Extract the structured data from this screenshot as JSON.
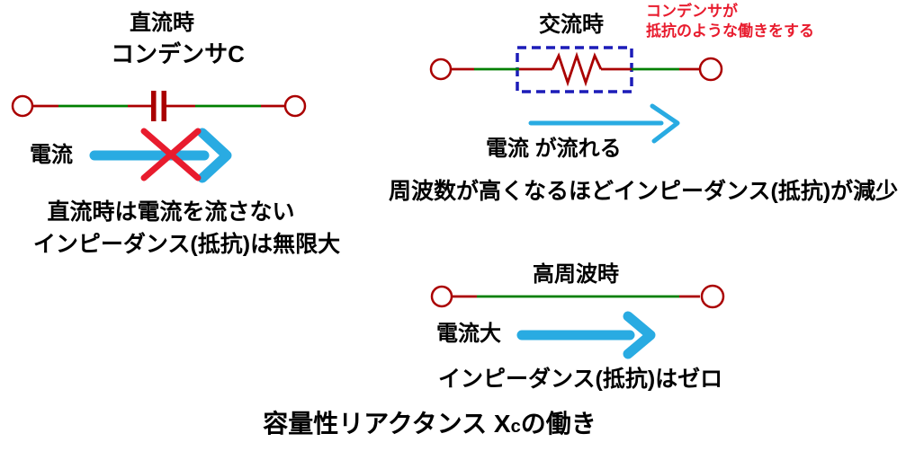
{
  "colors": {
    "wire_red": "#aa0000",
    "wire_green": "#007f00",
    "arrow_blue": "#29abe2",
    "alert_red": "#e81c2e",
    "box_blue": "#1c1cb8",
    "ink": "#000000"
  },
  "dc": {
    "title": "直流時",
    "subtitle": "コンデンサC",
    "current_label": "電流",
    "note1": "直流時は電流を流さない",
    "note2": "インピーダンス(抵抗)は無限大"
  },
  "ac": {
    "title": "交流時",
    "annotation1": "コンデンサが",
    "annotation2": "抵抗のような働きをする",
    "current_label": "電流 が流れる",
    "note": "周波数が高くなるほどインピーダンス(抵抗)が減少"
  },
  "hf": {
    "title": "高周波時",
    "current_label": "電流大",
    "note": "インピーダンス(抵抗)はゼロ"
  },
  "footer": {
    "prefix": "容量性リアクタンス X",
    "sub": "c",
    "suffix": "の働き"
  }
}
